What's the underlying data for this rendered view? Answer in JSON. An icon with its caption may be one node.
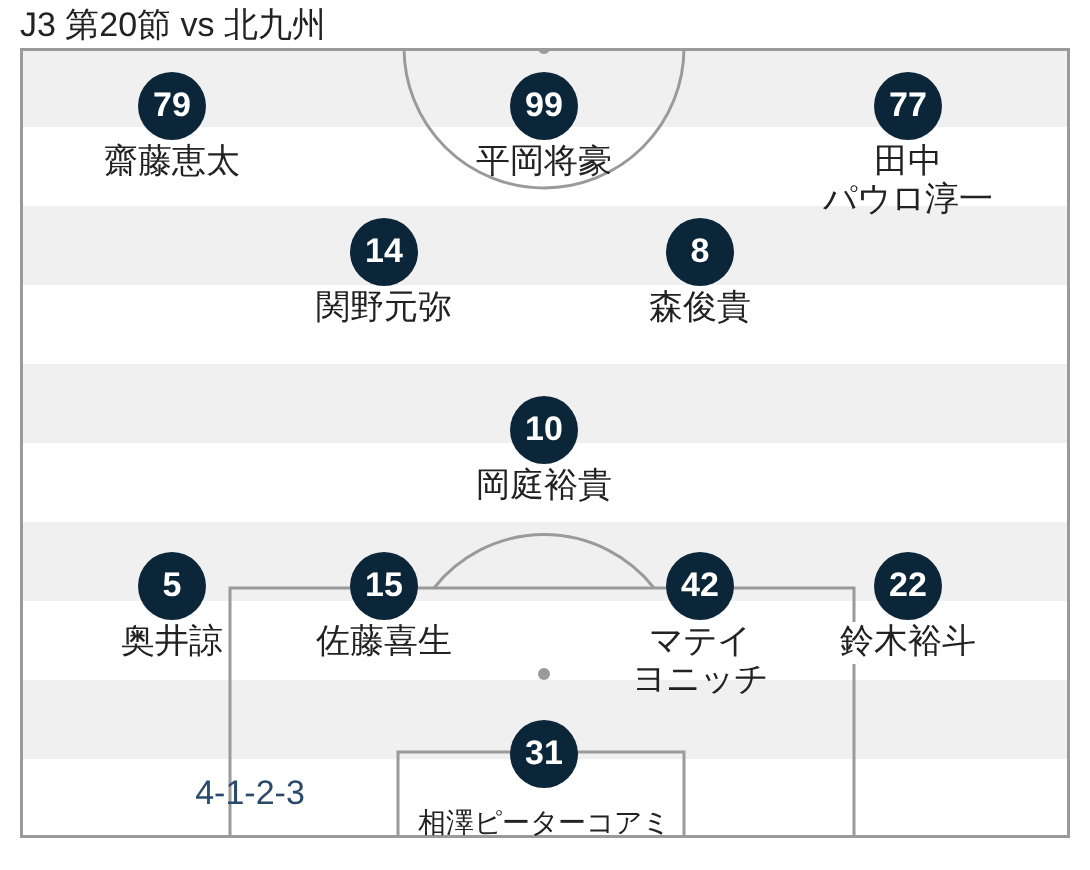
{
  "diagram": {
    "title": "J3 第20節 vs 北九州",
    "nodes": [
      {
        "text": [
          "79"
        ],
        "beside": [
          "齋藤恵太"
        ]
      },
      {
        "text": [
          "99"
        ],
        "beside": [
          "平岡将豪"
        ]
      },
      {
        "text": [
          "77"
        ],
        "beside": [
          "田中パウロ淳一"
        ]
      },
      {
        "text": [
          "14"
        ],
        "beside": [
          "関野元弥"
        ]
      },
      {
        "text": [
          "8"
        ],
        "beside": [
          "森俊貴"
        ]
      },
      {
        "text": [
          "10"
        ],
        "beside": [
          "岡庭裕貴"
        ]
      },
      {
        "text": [
          "5"
        ],
        "beside": [
          "奥井諒"
        ]
      },
      {
        "text": [
          "15"
        ],
        "beside": [
          "佐藤喜生"
        ]
      },
      {
        "text": [
          "42"
        ],
        "beside": [
          "マテイヨニッチ"
        ]
      },
      {
        "text": [
          "22"
        ],
        "beside": [
          "鈴木裕斗"
        ]
      },
      {
        "text": [
          "31"
        ],
        "beside": [
          "相澤ピーターコアミ"
        ]
      }
    ],
    "labels": [
      "4-1-2-3"
    ]
  }
}
